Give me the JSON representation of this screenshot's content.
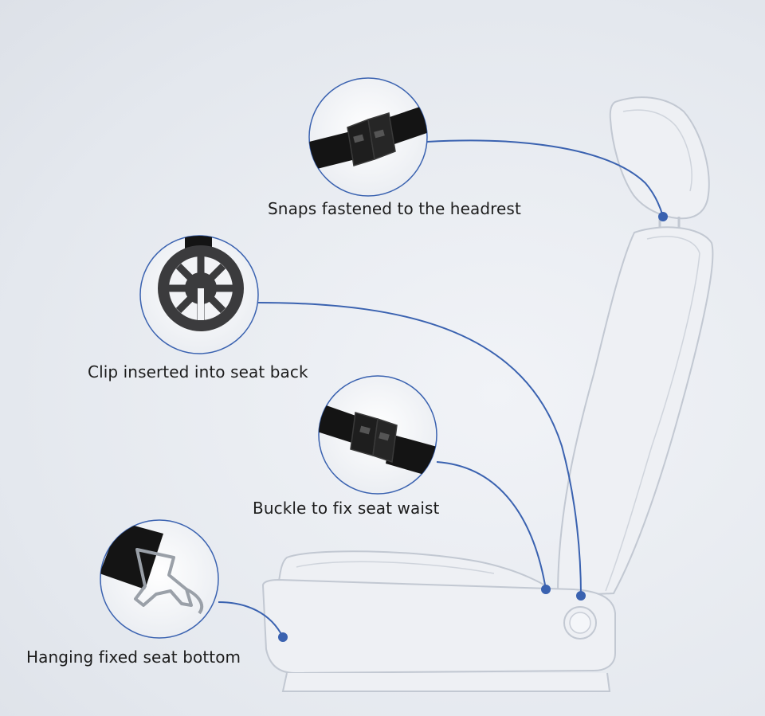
{
  "callouts": [
    {
      "id": "headrest",
      "label": "Snaps fastened to the headrest"
    },
    {
      "id": "seat-back",
      "label": "Clip inserted into seat back"
    },
    {
      "id": "seat-waist",
      "label": "Buckle to fix seat waist"
    },
    {
      "id": "seat-bottom",
      "label": "Hanging fixed seat bottom"
    }
  ],
  "colors": {
    "connector": "#3a62b0",
    "seat_outline": "#c2c8d2",
    "seat_fill": "#eef0f4",
    "strap": "#111111"
  }
}
